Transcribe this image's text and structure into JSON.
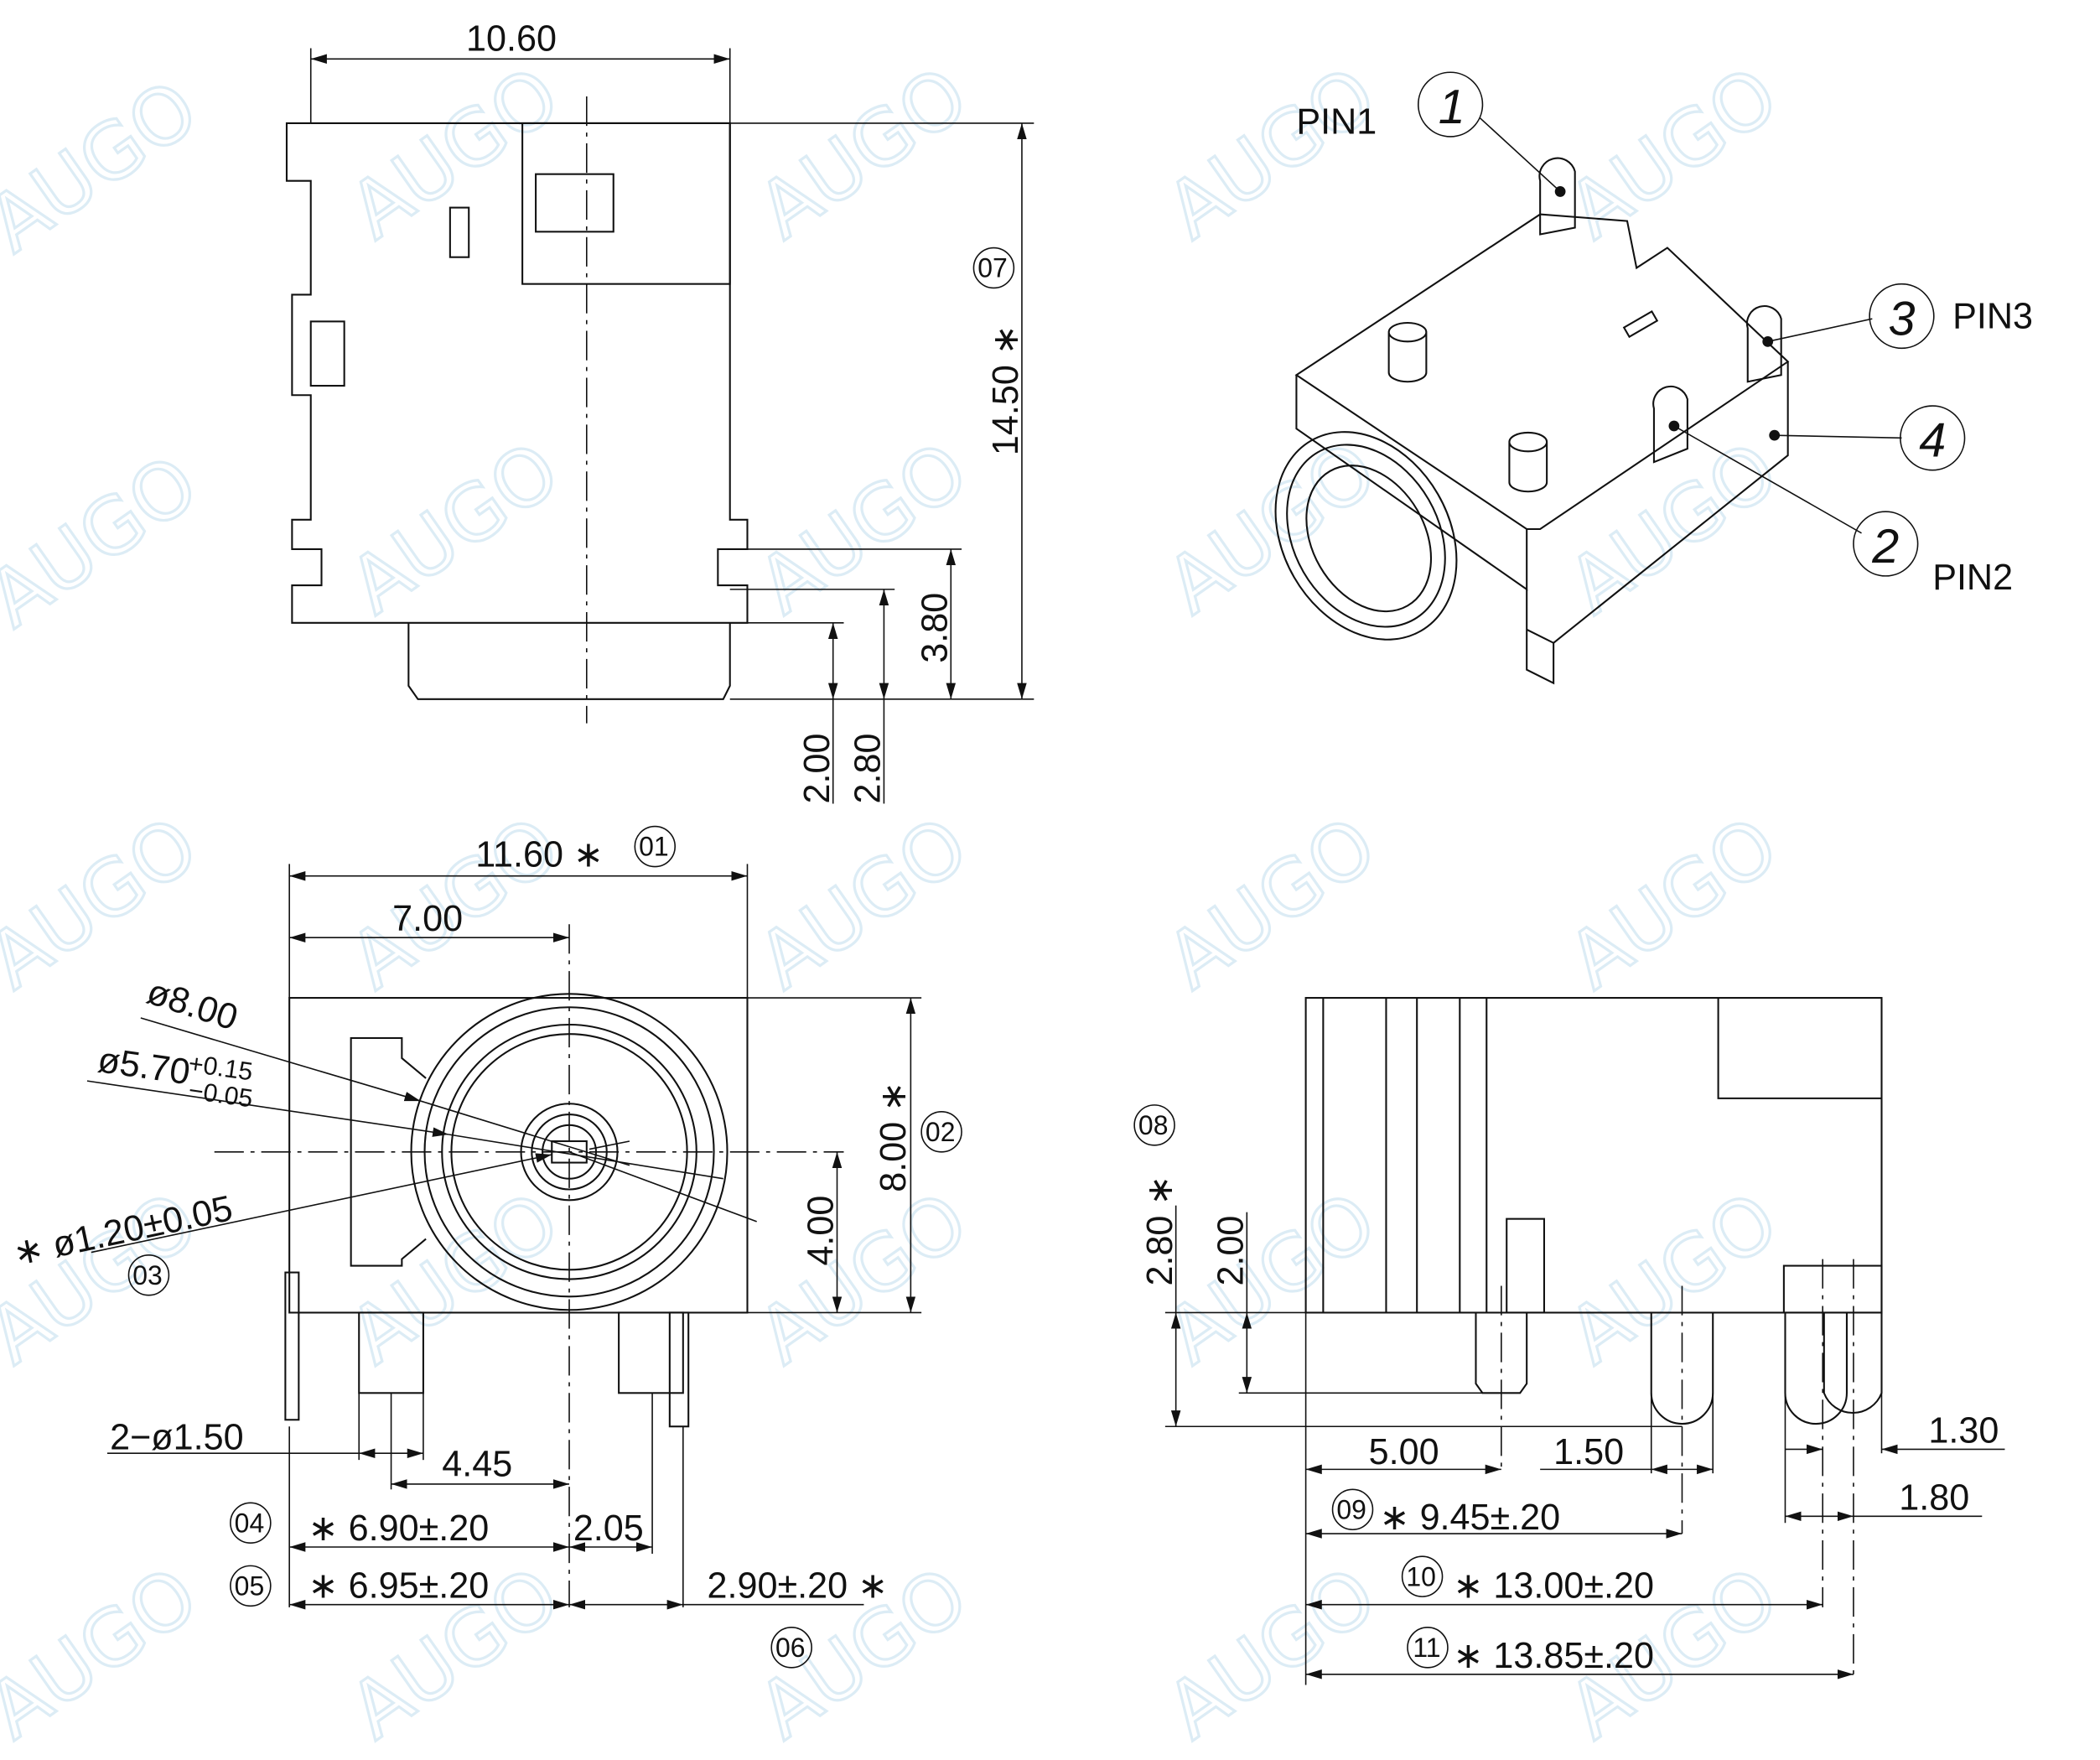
{
  "watermark": "AUGO",
  "top_view": {
    "width": "10.60",
    "height": "14.50 ∗",
    "ref": "07",
    "d380": "3.80",
    "d200": "2.00",
    "d280": "2.80"
  },
  "iso_view": {
    "pin1_label": "PIN1",
    "pin1_num": "1",
    "pin3_label": "PIN3",
    "pin3_num": "3",
    "pin4_num": "4",
    "pin2_label": "PIN2",
    "pin2_num": "2"
  },
  "front_view": {
    "width": "11.60 ∗",
    "width_ref": "01",
    "d700": "7.00",
    "dia800": "ø8.00",
    "dia570": "ø5.70",
    "tol_plus": "+0.15",
    "tol_minus": "−0.05",
    "dia120": "∗ ø1.20±0.05",
    "ref03": "03",
    "h800": "8.00 ∗",
    "ref02": "02",
    "h400": "4.00",
    "holes": "2−ø1.50",
    "d445": "4.45",
    "ref04": "04",
    "d690": "∗ 6.90±.20",
    "d205": "2.05",
    "ref05": "05",
    "d695": "∗ 6.95±.20",
    "d290": "2.90±.20 ∗",
    "ref06": "06"
  },
  "side_view": {
    "h280": "2.80 ∗",
    "ref08": "08",
    "h200": "2.00",
    "d500": "5.00",
    "d150": "1.50",
    "d130": "1.30",
    "d180": "1.80",
    "ref09": "09",
    "d945": "∗ 9.45±.20",
    "ref10": "10",
    "d1300": "∗ 13.00±.20",
    "ref11": "11",
    "d1385": "∗ 13.85±.20"
  }
}
